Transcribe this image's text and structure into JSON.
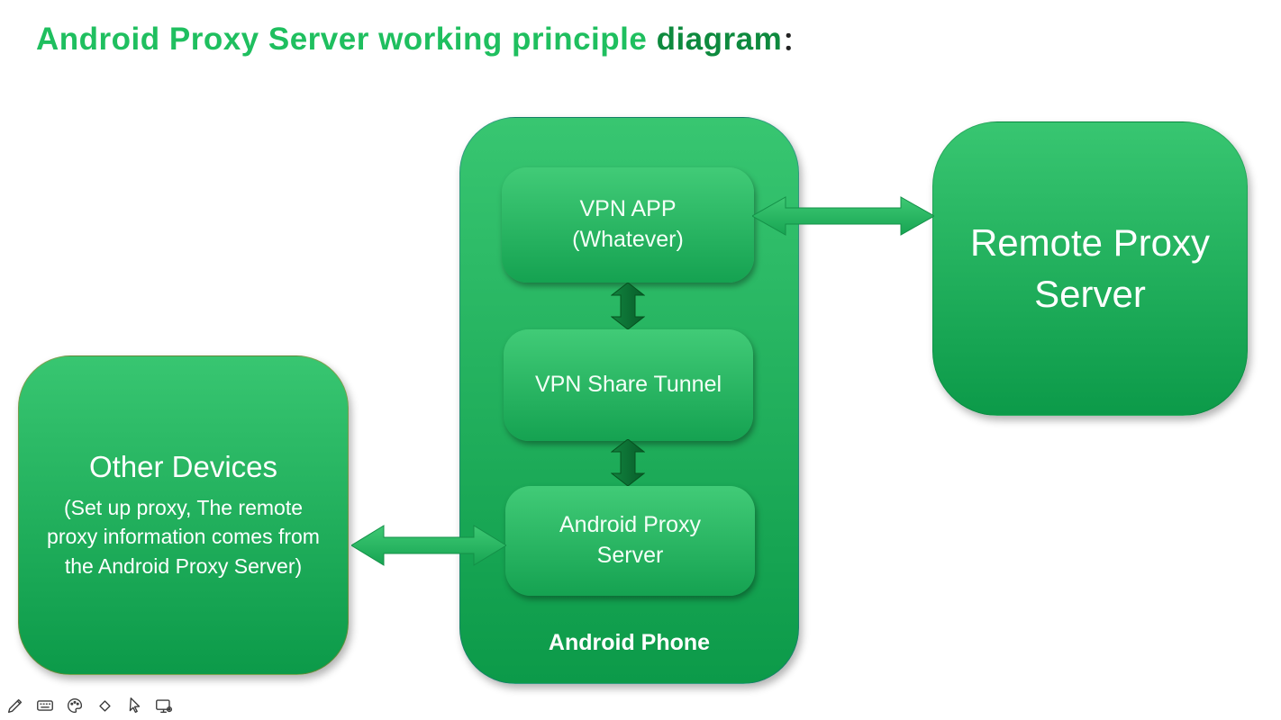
{
  "title": {
    "part1": "Android Proxy Server working principle ",
    "part2": "diagram",
    "colon": "："
  },
  "colors": {
    "title_green": "#1fbf5f",
    "title_dark_green": "#0e8a3e",
    "box_gradient_top": "#38c671",
    "box_gradient_bottom": "#0c9a49",
    "arrow_green": "#2db563",
    "arrow_dark_green": "#0c6f33",
    "text_white": "#ffffff"
  },
  "phone": {
    "label": "Android Phone"
  },
  "nodes": {
    "vpn_app": {
      "line1": "VPN APP",
      "line2": "(Whatever)"
    },
    "vpn_share_tunnel": {
      "label": "VPN Share Tunnel"
    },
    "android_proxy_server": {
      "label": "Android Proxy Server"
    },
    "remote_proxy_server": {
      "label": "Remote Proxy Server"
    },
    "other_devices": {
      "title": "Other Devices",
      "description": "(Set up proxy,  The remote proxy information comes from the Android Proxy Server)"
    }
  },
  "connections": [
    {
      "id": "vpn-app__remote-proxy-server",
      "type": "bidirectional-horizontal"
    },
    {
      "id": "vpn-app__vpn-share-tunnel",
      "type": "bidirectional-vertical"
    },
    {
      "id": "vpn-share-tunnel__android-proxy-server",
      "type": "bidirectional-vertical"
    },
    {
      "id": "other-devices__android-proxy-server",
      "type": "bidirectional-horizontal"
    }
  ],
  "toolbar": {
    "icons": [
      "pencil",
      "keyboard",
      "palette",
      "eraser",
      "cursor",
      "screen-settings"
    ]
  }
}
